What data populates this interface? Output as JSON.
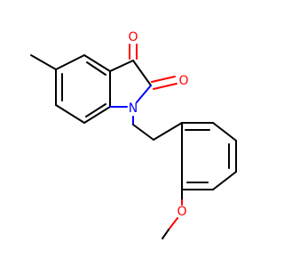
{
  "molecule": {
    "atoms": {
      "oxygen_ketone": "O",
      "oxygen_amide": "O",
      "nitrogen": "N",
      "oxygen_methoxy": "O"
    },
    "colors": {
      "carbon_bond": "#000000",
      "oxygen": "#ff0000",
      "nitrogen": "#0000ff",
      "background": "#ffffff"
    }
  }
}
